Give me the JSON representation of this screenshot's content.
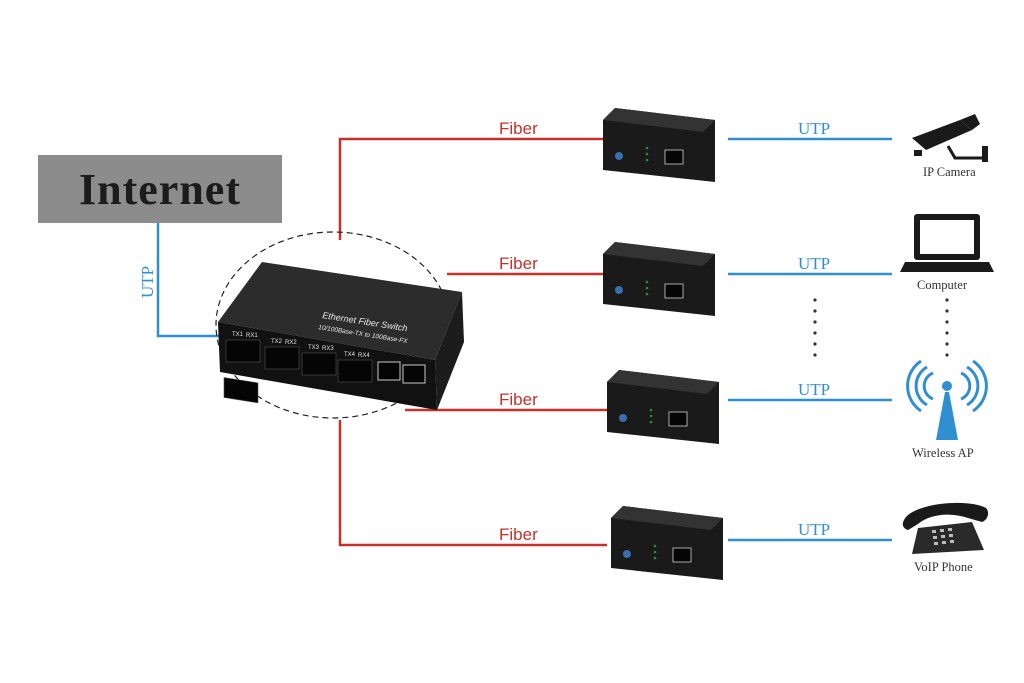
{
  "internet": {
    "label": "Internet"
  },
  "uplink": {
    "label": "UTP"
  },
  "switch": {
    "title": "Ethernet Fiber Switch",
    "subtitle": "10/100Base-TX to 100Base-FX",
    "ports": [
      "TX1",
      "RX1",
      "TX2",
      "RX2",
      "TX3",
      "RX3",
      "TX4",
      "RX4"
    ]
  },
  "branches": [
    {
      "fiber_label": "Fiber",
      "utp_label": "UTP",
      "device_label": "IP Camera",
      "device_icon": "ip-camera-icon"
    },
    {
      "fiber_label": "Fiber",
      "utp_label": "UTP",
      "device_label": "Computer",
      "device_icon": "computer-icon"
    },
    {
      "fiber_label": "Fiber",
      "utp_label": "UTP",
      "device_label": "Wireless AP",
      "device_icon": "wireless-ap-icon"
    },
    {
      "fiber_label": "Fiber",
      "utp_label": "UTP",
      "device_label": "VoIP Phone",
      "device_icon": "voip-phone-icon"
    }
  ],
  "colors": {
    "fiber": "#c8312a",
    "utp": "#2f8fd0",
    "internet_box": "#8c8c8c",
    "device": "#1a1a1a"
  }
}
